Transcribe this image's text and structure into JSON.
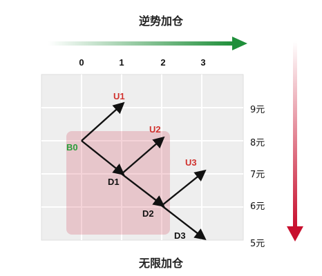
{
  "title_top": "逆势加仓",
  "title_bottom": "无限加仓",
  "columns": [
    "0",
    "1",
    "2",
    "3"
  ],
  "prices": [
    "9元",
    "8元",
    "7元",
    "6元",
    "5元"
  ],
  "colors": {
    "up_label": "#d0312d",
    "down_label": "#111111",
    "start_label": "#2a9d3a",
    "arrow_right": "#1f8f3a",
    "arrow_down": "#c8102e",
    "grid_fill": "#eeeeee",
    "grid_line": "#ffffff"
  },
  "points": {
    "start": "B0",
    "up": [
      "U1",
      "U2",
      "U3"
    ],
    "down": [
      "D1",
      "D2",
      "D3"
    ]
  }
}
